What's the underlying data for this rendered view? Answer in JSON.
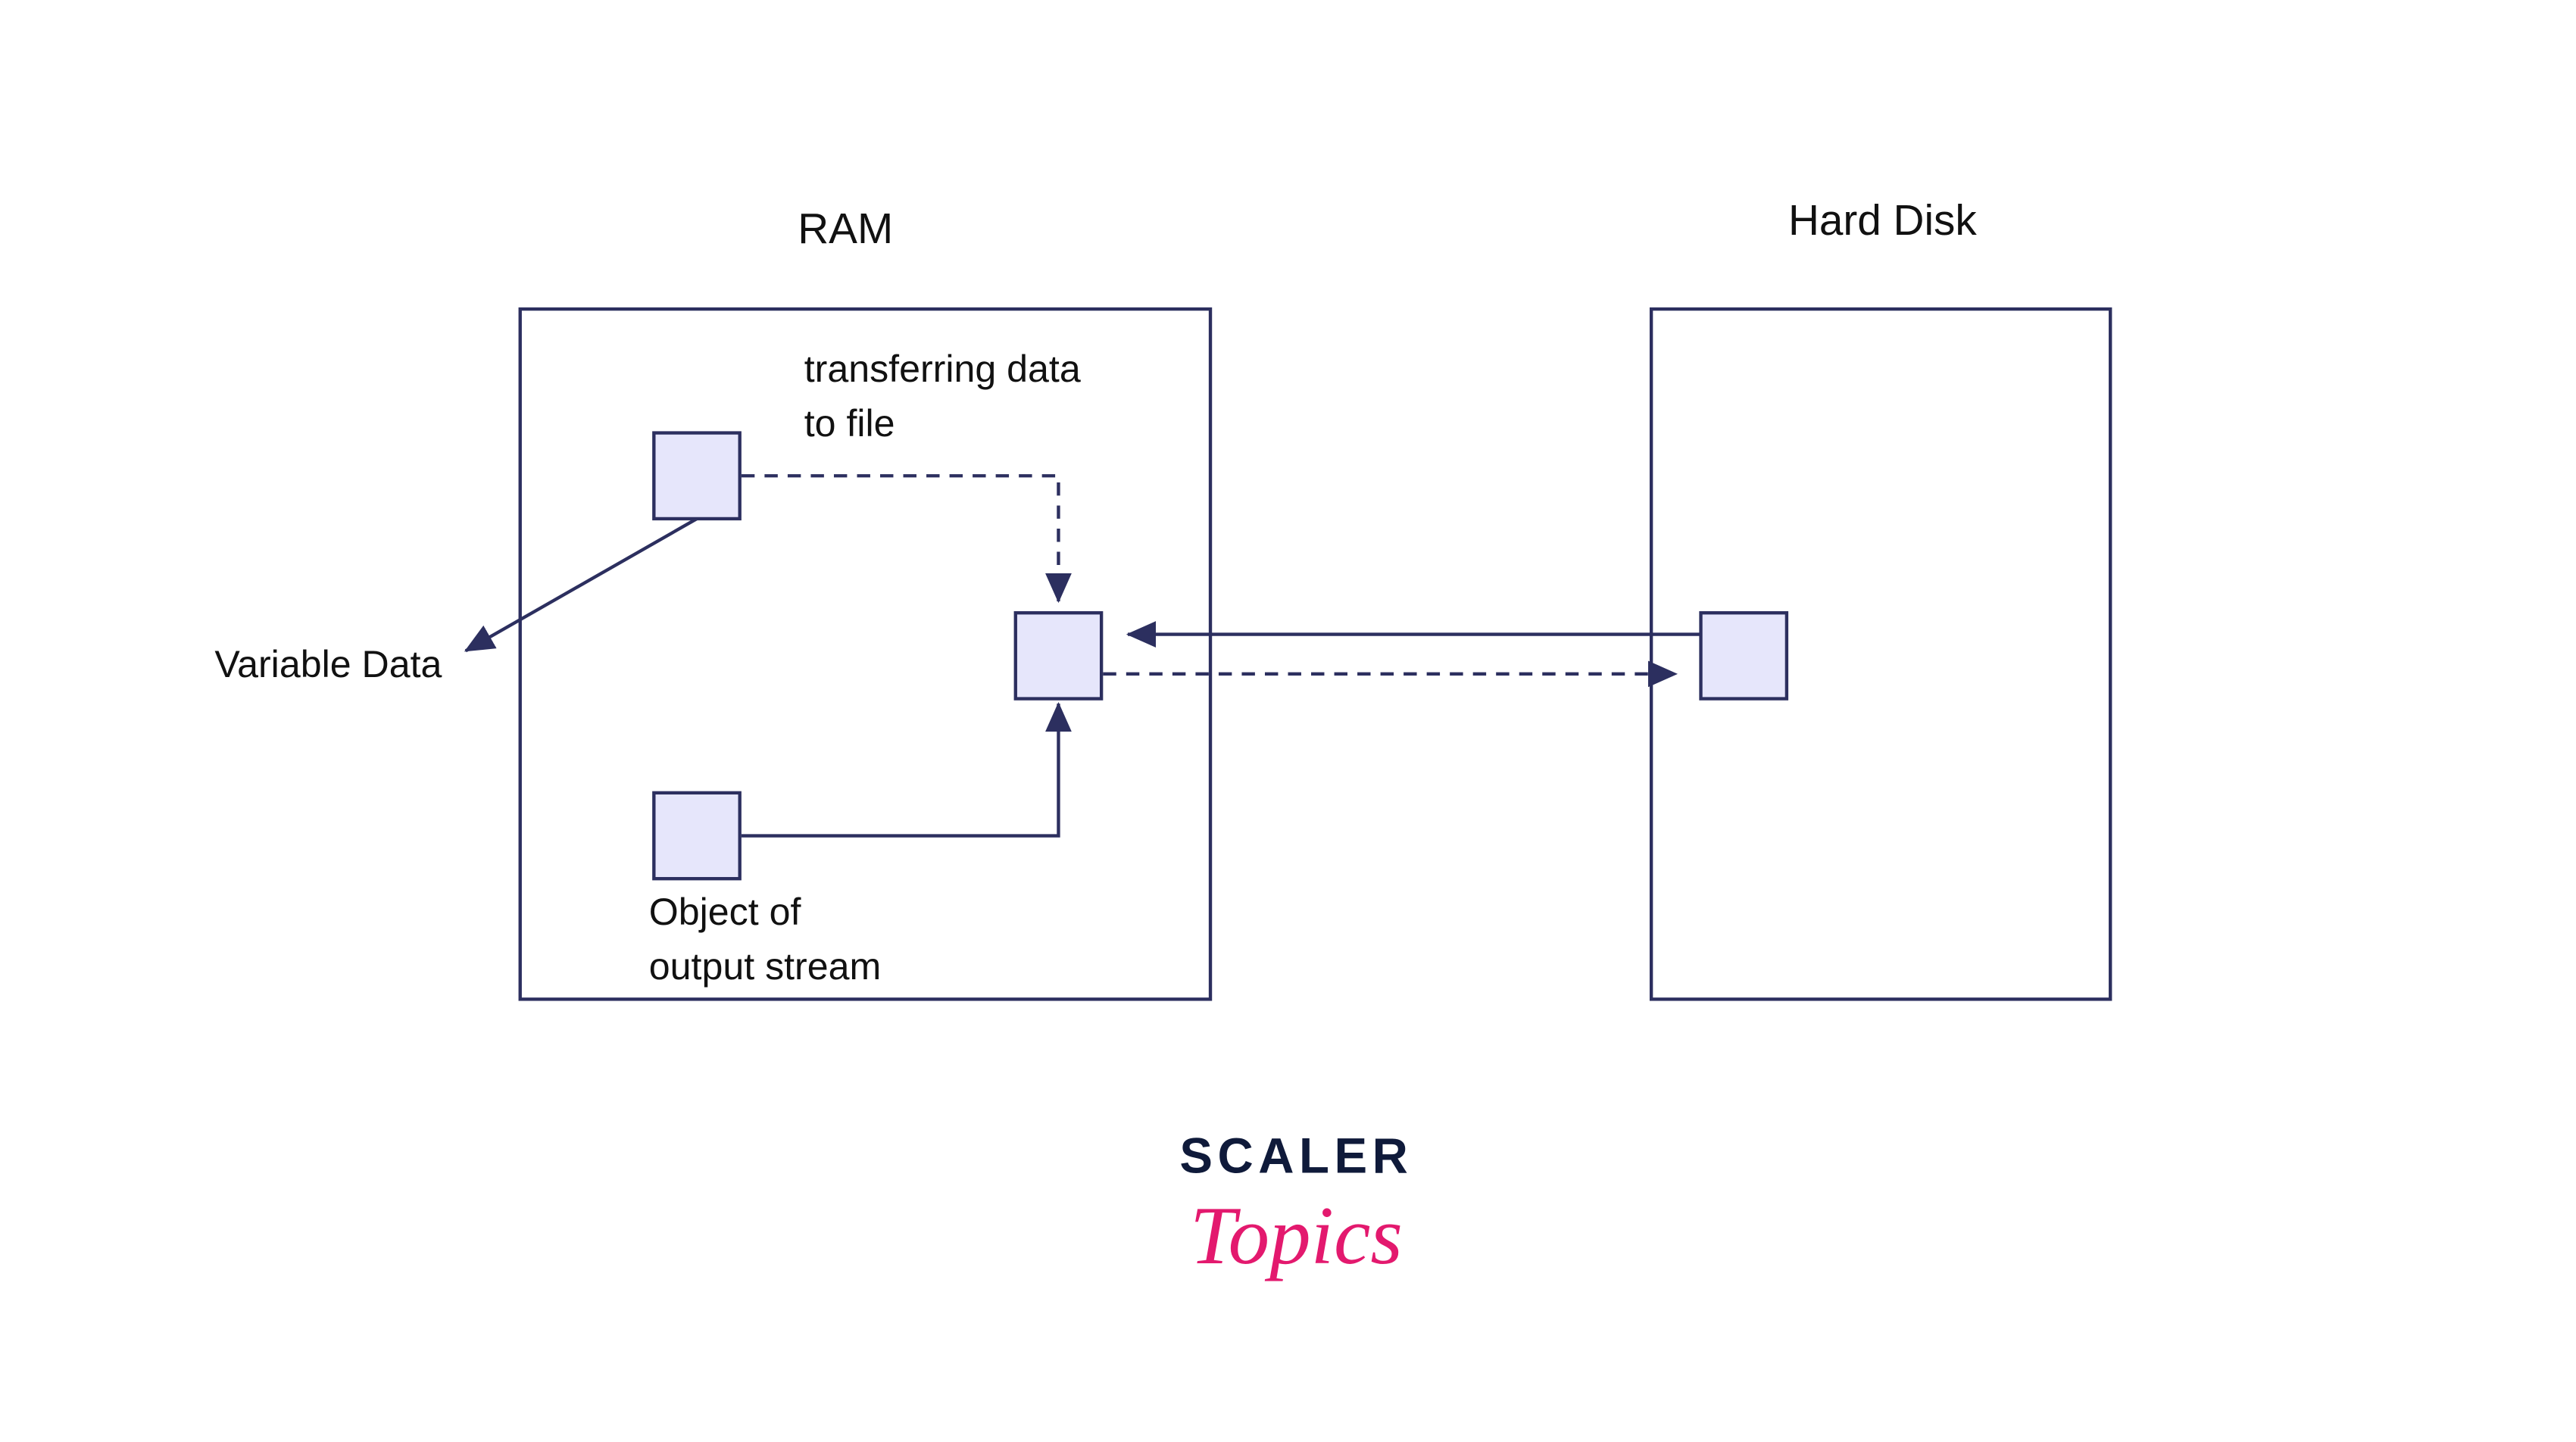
{
  "labels": {
    "ram": "RAM",
    "hard_disk": "Hard Disk",
    "transferring_line1": "transferring data",
    "transferring_line2": "to file",
    "variable_data": "Variable Data",
    "object_line1": "Object of",
    "object_line2": "output stream"
  },
  "logo": {
    "brand": "SCALER",
    "product": "Topics"
  },
  "colors": {
    "stroke": "#2c2f5f",
    "node_fill": "#e6e6fb",
    "logo_dark": "#0f1a3a",
    "logo_pink": "#e3196e"
  }
}
